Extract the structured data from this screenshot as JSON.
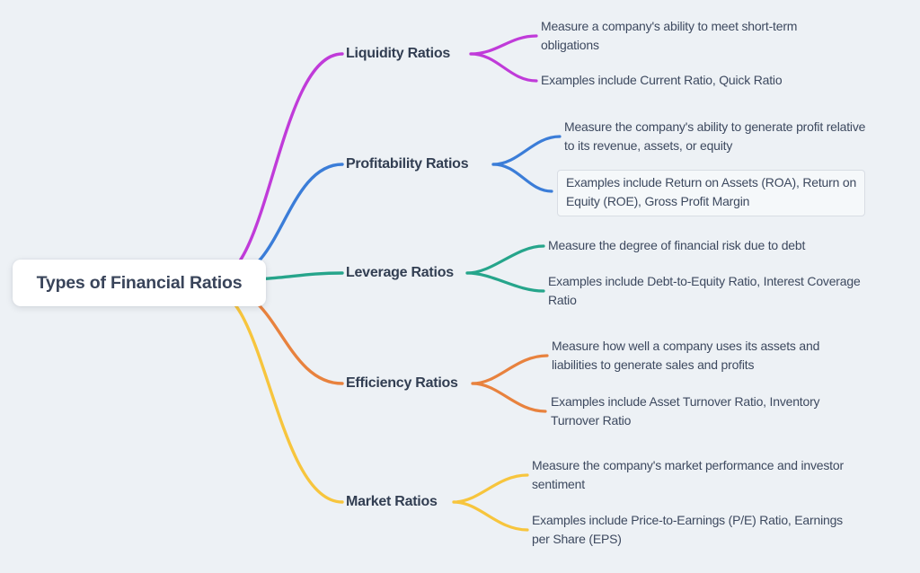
{
  "diagram": {
    "title": "Types of Financial Ratios mind map",
    "colors": {
      "background": "#edf1f5",
      "root_box": "#ffffff",
      "label_text": "#323e52",
      "leaf_text": "#3d495f",
      "boxed_leaf_border": "#d8dde4",
      "boxed_leaf_fill": "#f5f8fa"
    },
    "root": {
      "label": "Types of Financial Ratios"
    },
    "branches": [
      {
        "label": "Liquidity Ratios",
        "color": "#c03bd9",
        "children": [
          {
            "text": "Measure a company's ability to meet short-term\nobligations"
          },
          {
            "text": "Examples include Current Ratio, Quick Ratio"
          }
        ]
      },
      {
        "label": "Profitability Ratios",
        "color": "#3b7dd8",
        "children": [
          {
            "text": "Measure the company's ability to generate profit relative\nto its revenue, assets, or equity"
          },
          {
            "text": "Examples include Return on Assets (ROA), Return on\nEquity (ROE), Gross Profit Margin",
            "boxed": true
          }
        ]
      },
      {
        "label": "Leverage Ratios",
        "color": "#26a58b",
        "children": [
          {
            "text": "Measure the degree of financial risk due to debt"
          },
          {
            "text": "Examples include Debt-to-Equity Ratio, Interest Coverage\nRatio"
          }
        ]
      },
      {
        "label": "Efficiency Ratios",
        "color": "#e8823e",
        "children": [
          {
            "text": "Measure how well a company uses its assets and\nliabilities to generate sales and profits"
          },
          {
            "text": "Examples include Asset Turnover Ratio, Inventory\nTurnover Ratio"
          }
        ]
      },
      {
        "label": "Market Ratios",
        "color": "#f7c53d",
        "children": [
          {
            "text": "Measure the company's market performance and investor\nsentiment"
          },
          {
            "text": "Examples include Price-to-Earnings (P/E) Ratio, Earnings\nper Share (EPS)"
          }
        ]
      }
    ]
  }
}
